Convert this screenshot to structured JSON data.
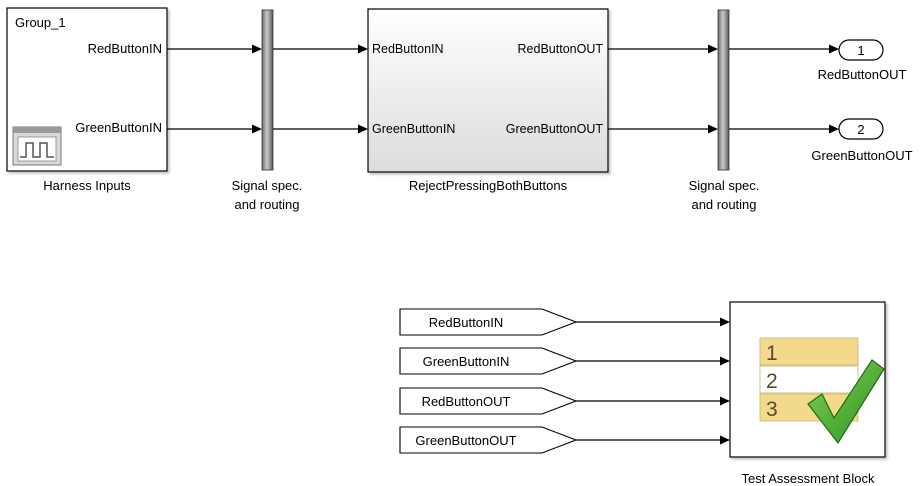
{
  "harness": {
    "group_label": "Group_1",
    "port_red": "RedButtonIN",
    "port_green": "GreenButtonIN",
    "block_label": "Harness Inputs",
    "icon": "signal-builder-icon"
  },
  "signal_spec_1": {
    "label_line1": "Signal spec.",
    "label_line2": "and routing"
  },
  "subsystem": {
    "in_red": "RedButtonIN",
    "in_green": "GreenButtonIN",
    "out_red": "RedButtonOUT",
    "out_green": "GreenButtonOUT",
    "block_label": "RejectPressingBothButtons"
  },
  "signal_spec_2": {
    "label_line1": "Signal spec.",
    "label_line2": "and routing"
  },
  "outports": [
    {
      "number": "1",
      "label": "RedButtonOUT"
    },
    {
      "number": "2",
      "label": "GreenButtonOUT"
    }
  ],
  "from_tags": [
    "RedButtonIN",
    "GreenButtonIN",
    "RedButtonOUT",
    "GreenButtonOUT"
  ],
  "assessment": {
    "rows": [
      "1",
      "2",
      "3"
    ],
    "block_label": "Test Assessment Block",
    "icon": "checkmark-icon",
    "row_colors": [
      "#f3d98c",
      "#ffffff",
      "#f3d98c"
    ],
    "check_color": "#3fae2a"
  }
}
